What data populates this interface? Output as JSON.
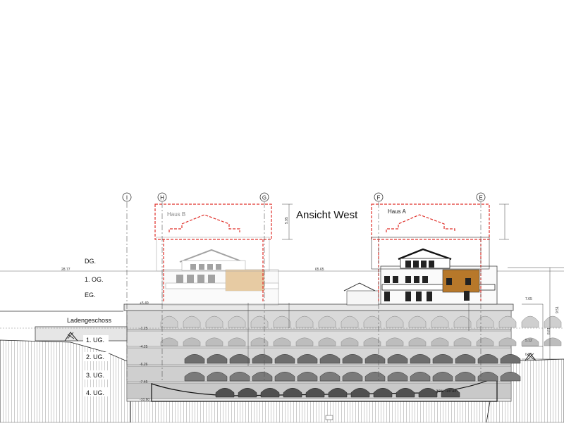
{
  "drawing": {
    "title": "Ansicht West",
    "house_a": "Haus A",
    "house_b": "Haus B"
  },
  "axes": [
    "I",
    "H",
    "G",
    "F",
    "E"
  ],
  "floors": {
    "dg": "DG.",
    "og1": "1. OG.",
    "eg": "EG.",
    "laden": "Ladengeschoss",
    "ug1": "1. UG.",
    "ug2": "2. UG.",
    "ug3": "3. UG.",
    "ug4": "4. UG."
  },
  "terrain": "gew. terrain",
  "levels": {
    "top_left": "28.77",
    "top_mid": "65.65",
    "l1": "+5.49",
    "l2": "-1.25",
    "l3": "-4.25",
    "l4": "-6.26",
    "l5": "-7.45",
    "l6": "-10.60",
    "r1": "7.65",
    "r2": "9.51",
    "r3": "8.81",
    "r4": "5.12",
    "r5": "0.57",
    "house_h": "5.95"
  },
  "colors": {
    "accent_a": "#b7782a",
    "accent_b": "#e5c9a0",
    "dashed": "#e0302a",
    "slab": "#c8c8c8",
    "arch_dark": "#6e6e6e"
  }
}
